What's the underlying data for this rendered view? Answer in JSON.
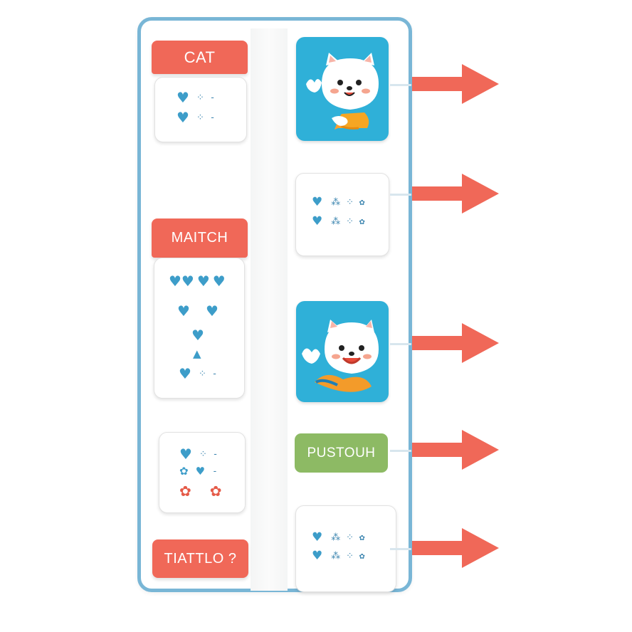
{
  "labels": {
    "cat": "CAT",
    "match": "MAITCH",
    "bottom": "TIATTLO ?",
    "button": "PUSTOUH"
  },
  "icons": {
    "heart": "heart-icon",
    "arrow": "arrow-right-icon",
    "mascot": "white-puppy-mascot"
  },
  "colors": {
    "accent_red": "#f06858",
    "tile_blue": "#2fb0d8",
    "heart_blue": "#3d9dc9",
    "button_green": "#8dba64",
    "frame_blue": "#79b6d6"
  }
}
